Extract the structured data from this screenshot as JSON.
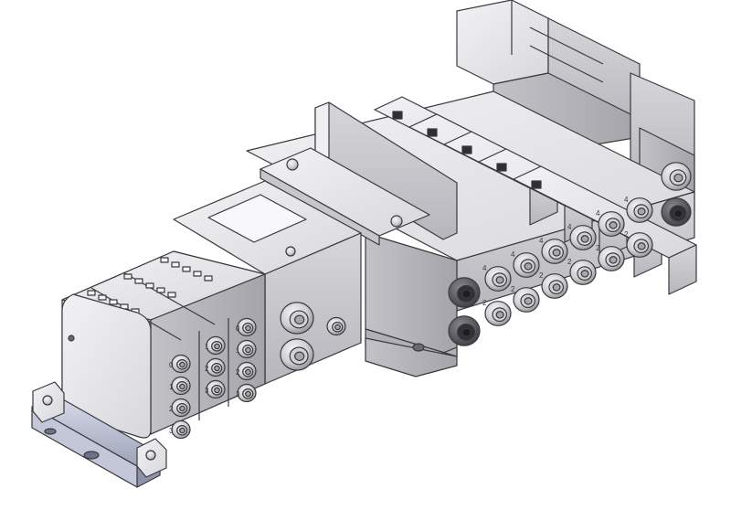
{
  "image": {
    "subject": "valve-manifold-render",
    "colors": {
      "background": "#ffffff",
      "body_light": "#e4e4e7",
      "body_mid": "#c9c9cd",
      "body_dark": "#9a9aa0",
      "outline": "#3a3a3e",
      "fitting_dark": "#5b5b62",
      "rail": "#b8bccd"
    }
  },
  "port_labels": {
    "valve_a": [
      "4",
      "4",
      "4",
      "4",
      "4",
      "4"
    ],
    "valve_b": [
      "2",
      "2",
      "2",
      "2",
      "2",
      "2"
    ],
    "io_left": [
      "0",
      "1",
      "2",
      "3"
    ],
    "io_mid": [
      "1",
      "2",
      "3"
    ],
    "io_right": [
      "0",
      "1",
      "2",
      "3"
    ]
  }
}
